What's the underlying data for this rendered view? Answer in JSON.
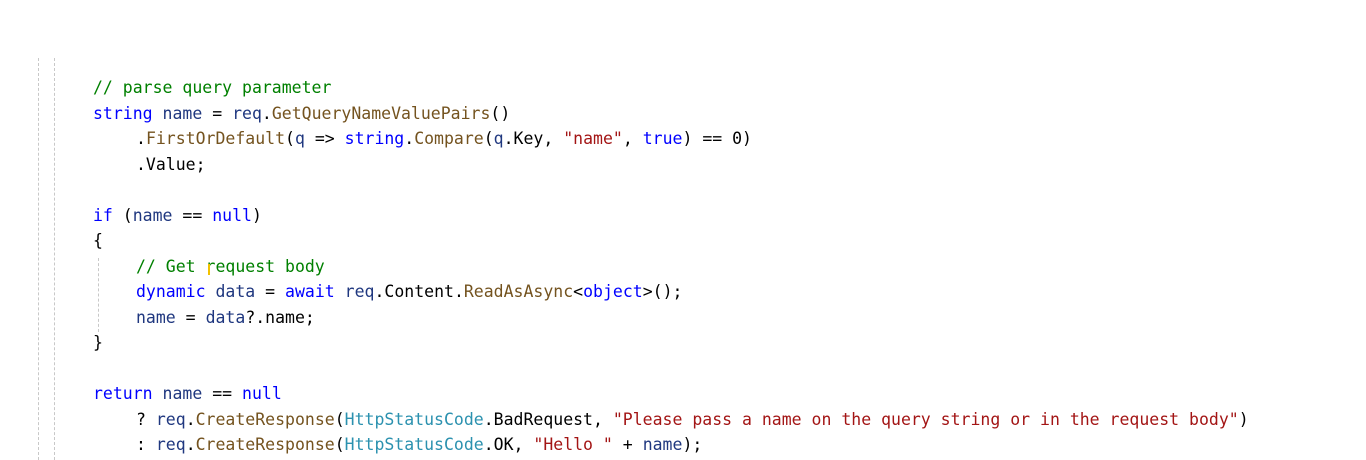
{
  "editor": {
    "colors": {
      "keyword": "#0000ff",
      "comment": "#008000",
      "method": "#74531f",
      "string": "#a31515",
      "type": "#2b91af",
      "parameter": "#1f377f",
      "plain": "#000000",
      "caret": "#f2c200"
    },
    "lines": [
      {
        "indent": 1,
        "tokens": [
          {
            "t": "// parse query parameter",
            "c": "cm"
          }
        ]
      },
      {
        "indent": 1,
        "tokens": [
          {
            "t": "string",
            "c": "kw"
          },
          {
            "t": " "
          },
          {
            "t": "name",
            "c": "pm"
          },
          {
            "t": " = "
          },
          {
            "t": "req",
            "c": "pm"
          },
          {
            "t": "."
          },
          {
            "t": "GetQueryNameValuePairs",
            "c": "mt"
          },
          {
            "t": "()"
          }
        ]
      },
      {
        "indent": 2,
        "tokens": [
          {
            "t": "."
          },
          {
            "t": "FirstOrDefault",
            "c": "mt"
          },
          {
            "t": "("
          },
          {
            "t": "q",
            "c": "pm"
          },
          {
            "t": " => "
          },
          {
            "t": "string",
            "c": "kw"
          },
          {
            "t": "."
          },
          {
            "t": "Compare",
            "c": "mt"
          },
          {
            "t": "("
          },
          {
            "t": "q",
            "c": "pm"
          },
          {
            "t": ".Key, "
          },
          {
            "t": "\"name\"",
            "c": "st"
          },
          {
            "t": ", "
          },
          {
            "t": "true",
            "c": "kw"
          },
          {
            "t": ") == 0)"
          }
        ]
      },
      {
        "indent": 2,
        "tokens": [
          {
            "t": ".Value;"
          }
        ]
      },
      {
        "indent": 0,
        "tokens": []
      },
      {
        "indent": 1,
        "tokens": [
          {
            "t": "if",
            "c": "kw"
          },
          {
            "t": " ("
          },
          {
            "t": "name",
            "c": "pm"
          },
          {
            "t": " == "
          },
          {
            "t": "null",
            "c": "kw"
          },
          {
            "t": ")"
          }
        ]
      },
      {
        "indent": 1,
        "tokens": [
          {
            "t": "{"
          }
        ]
      },
      {
        "indent": 2,
        "tokens": [
          {
            "t": "// Get request body",
            "c": "cm"
          }
        ]
      },
      {
        "indent": 2,
        "tokens": [
          {
            "t": "dynamic",
            "c": "kw"
          },
          {
            "t": " "
          },
          {
            "t": "data",
            "c": "pm"
          },
          {
            "t": " = "
          },
          {
            "t": "await",
            "c": "kw"
          },
          {
            "t": " "
          },
          {
            "t": "req",
            "c": "pm"
          },
          {
            "t": ".Content."
          },
          {
            "t": "ReadAsAsync",
            "c": "mt"
          },
          {
            "t": "<"
          },
          {
            "t": "object",
            "c": "kw"
          },
          {
            "t": ">();"
          }
        ]
      },
      {
        "indent": 2,
        "tokens": [
          {
            "t": "name",
            "c": "pm"
          },
          {
            "t": " = "
          },
          {
            "t": "data",
            "c": "pm"
          },
          {
            "t": "?.name;"
          }
        ]
      },
      {
        "indent": 1,
        "tokens": [
          {
            "t": "}"
          }
        ]
      },
      {
        "indent": 0,
        "tokens": []
      },
      {
        "indent": 1,
        "tokens": [
          {
            "t": "return",
            "c": "kw"
          },
          {
            "t": " "
          },
          {
            "t": "name",
            "c": "pm"
          },
          {
            "t": " == "
          },
          {
            "t": "null",
            "c": "kw"
          }
        ]
      },
      {
        "indent": 2,
        "tokens": [
          {
            "t": "? "
          },
          {
            "t": "req",
            "c": "pm"
          },
          {
            "t": "."
          },
          {
            "t": "CreateResponse",
            "c": "mt"
          },
          {
            "t": "("
          },
          {
            "t": "HttpStatusCode",
            "c": "ty"
          },
          {
            "t": ".BadRequest, "
          },
          {
            "t": "\"Please pass a name on the query string or in the request body\"",
            "c": "st"
          },
          {
            "t": ")"
          }
        ]
      },
      {
        "indent": 2,
        "tokens": [
          {
            "t": ": "
          },
          {
            "t": "req",
            "c": "pm"
          },
          {
            "t": "."
          },
          {
            "t": "CreateResponse",
            "c": "mt"
          },
          {
            "t": "("
          },
          {
            "t": "HttpStatusCode",
            "c": "ty"
          },
          {
            "t": ".OK, "
          },
          {
            "t": "\"Hello \"",
            "c": "st"
          },
          {
            "t": " + "
          },
          {
            "t": "name",
            "c": "pm"
          },
          {
            "t": ");"
          }
        ]
      }
    ]
  }
}
